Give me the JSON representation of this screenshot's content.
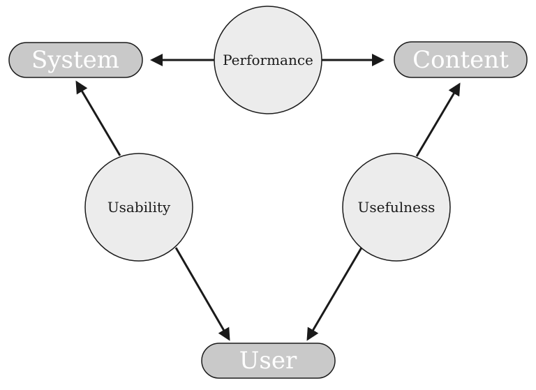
{
  "nodes": {
    "system": "System",
    "content": "Content",
    "user": "User"
  },
  "qualities": {
    "performance": "Performance",
    "usability": "Usability",
    "usefulness": "Usefulness"
  },
  "colors": {
    "node_fill": "#c9c9c9",
    "node_text": "#ffffff",
    "quality_fill": "#ececec",
    "line": "#1a1a1a"
  }
}
